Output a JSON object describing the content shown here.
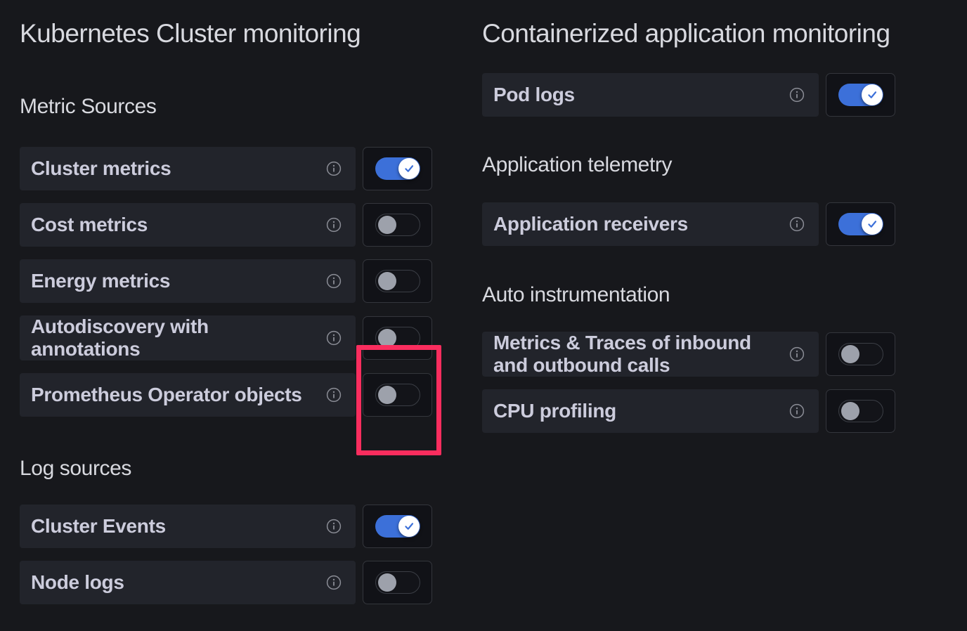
{
  "colors": {
    "page_bg": "#17181c",
    "row_bg": "#22242b",
    "toggle_on_blue": "#3c70d9",
    "toggle_knob_off_gray": "#9da1ab",
    "highlight_pink": "#fa2d5e",
    "text": "#ccccdc"
  },
  "left_column": {
    "title": "Kubernetes Cluster monitoring",
    "sections": [
      {
        "heading": "Metric Sources",
        "rows": [
          {
            "label": "Cluster metrics",
            "enabled": true,
            "highlighted": false
          },
          {
            "label": "Cost metrics",
            "enabled": false,
            "highlighted": true
          },
          {
            "label": "Energy metrics",
            "enabled": false,
            "highlighted": true
          },
          {
            "label": "Autodiscovery with annotations",
            "enabled": false,
            "highlighted": false
          },
          {
            "label": "Prometheus Operator objects",
            "enabled": false,
            "highlighted": false
          }
        ]
      },
      {
        "heading": "Log sources",
        "rows": [
          {
            "label": "Cluster Events",
            "enabled": true,
            "highlighted": false
          },
          {
            "label": "Node logs",
            "enabled": false,
            "highlighted": false
          }
        ]
      }
    ]
  },
  "right_column": {
    "title": "Containerized application monitoring",
    "intro_rows": [
      {
        "label": "Pod logs",
        "enabled": true
      }
    ],
    "sections": [
      {
        "heading": "Application telemetry",
        "rows": [
          {
            "label": "Application receivers",
            "enabled": true
          }
        ]
      },
      {
        "heading": "Auto instrumentation",
        "rows": [
          {
            "label": "Metrics & Traces of inbound and outbound calls",
            "enabled": false
          },
          {
            "label": "CPU profiling",
            "enabled": false
          }
        ]
      }
    ]
  }
}
